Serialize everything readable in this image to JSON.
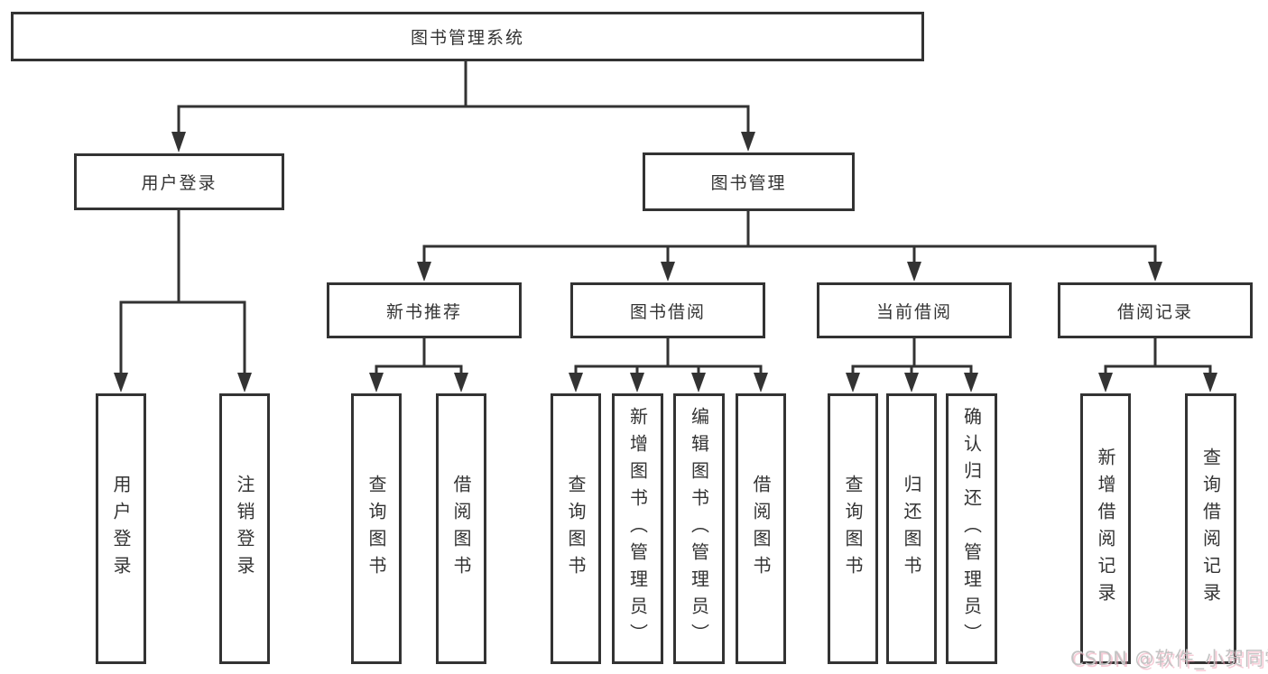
{
  "diagram": {
    "root": {
      "label": "图书管理系统"
    },
    "user_login": {
      "label": "用户登录",
      "children": [
        {
          "label": "用户登录"
        },
        {
          "label": "注销登录"
        }
      ]
    },
    "book_management": {
      "label": "图书管理",
      "groups": [
        {
          "label": "新书推荐",
          "children": [
            {
              "label": "查询图书"
            },
            {
              "label": "借阅图书"
            }
          ]
        },
        {
          "label": "图书借阅",
          "children": [
            {
              "label": "查询图书"
            },
            {
              "label": "新增图书（管理员）"
            },
            {
              "label": "编辑图书（管理员）"
            },
            {
              "label": "借阅图书"
            }
          ]
        },
        {
          "label": "当前借阅",
          "children": [
            {
              "label": "查询图书"
            },
            {
              "label": "归还图书"
            },
            {
              "label": "确认归还（管理员）"
            }
          ]
        },
        {
          "label": "借阅记录",
          "children": [
            {
              "label": "新增借阅记录"
            },
            {
              "label": "查询借阅记录"
            }
          ]
        }
      ]
    }
  },
  "watermark": {
    "text": "CSDN @软件_小贺同学"
  },
  "colors": {
    "line": "#333333",
    "box_border": "#333333",
    "text": "#333333",
    "background": "#ffffff",
    "watermark": "#c3c3c3",
    "watermark_accent": "#f0a2b6"
  }
}
